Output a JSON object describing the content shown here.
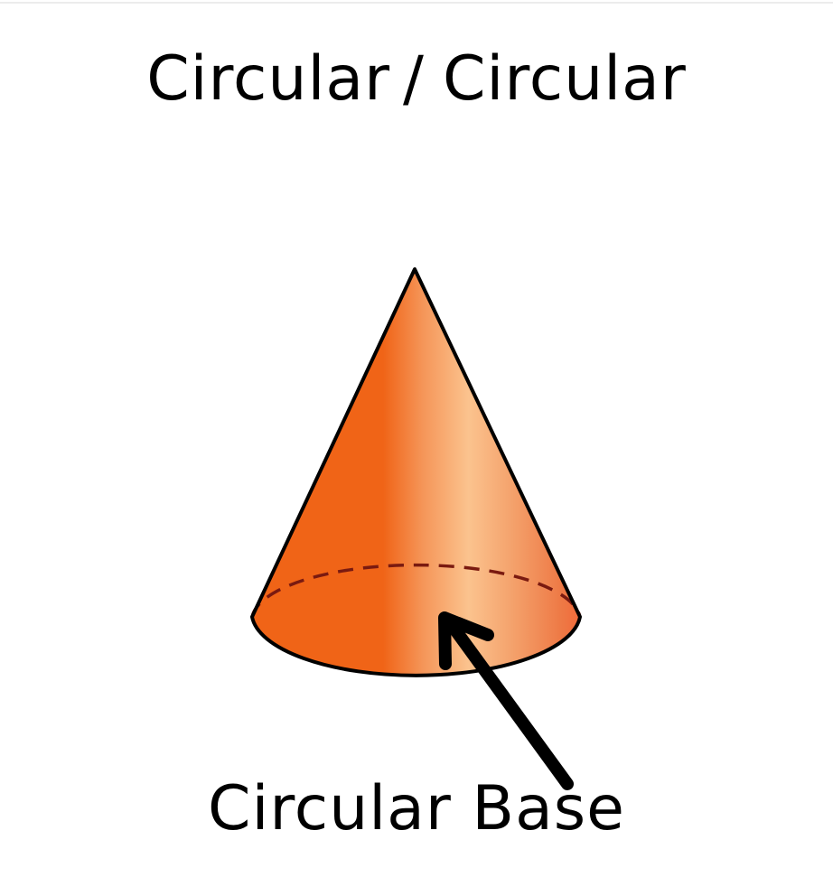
{
  "title": {
    "left": "Circular",
    "separator": "/",
    "right": "Circular"
  },
  "diagram": {
    "shape_icon": "cone-icon",
    "label": "Circular Base",
    "colors": {
      "cone_dark": "#f06417",
      "cone_highlight": "#fbc38e",
      "cone_mid": "#f4a06a",
      "hidden_edge": "#7a1a10",
      "outline": "#000000"
    }
  }
}
